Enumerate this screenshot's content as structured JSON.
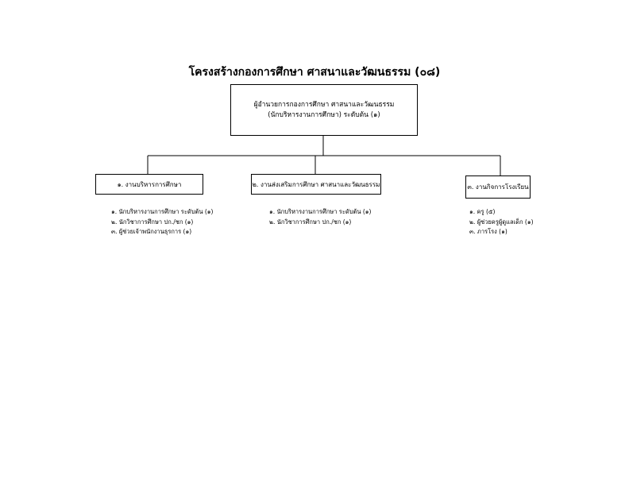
{
  "title": "โครงสร้างกองการศึกษา  ศาสนาและวัฒนธรรม  (๐๘)",
  "top_box": {
    "line1": "ผู้อำนวยการกองการศึกษา ศาสนาและวัฒนธรรม",
    "line2": "(นักบริหารงานการศึกษา) ระดับต้น (๑)"
  },
  "units": [
    {
      "label": "๑. งานบริหารการศึกษา",
      "staff": [
        "๑. นักบริหารงานการศึกษา  ระดับต้น (๑)",
        "๒. นักวิชาการศึกษา ปก./ชก  (๑)",
        "๓. ผู้ช่วยเจ้าพนักงานธุรการ (๑)"
      ]
    },
    {
      "label": "๒. งานส่งเสริมการศึกษา ศาสนาและวัฒนธรรม",
      "staff": [
        "๑. นักบริหารงานการศึกษา  ระดับต้น (๑)",
        "๒. นักวิชาการศึกษา ปก./ชก  (๑)"
      ]
    },
    {
      "label": "๓. งานกิจการโรงเรียน",
      "staff": [
        "๑. ครู  (๕)",
        "๒. ผู้ช่วยครูผู้ดูแลเด็ก (๑)",
        "๓. ภารโรง (๑)"
      ]
    }
  ]
}
